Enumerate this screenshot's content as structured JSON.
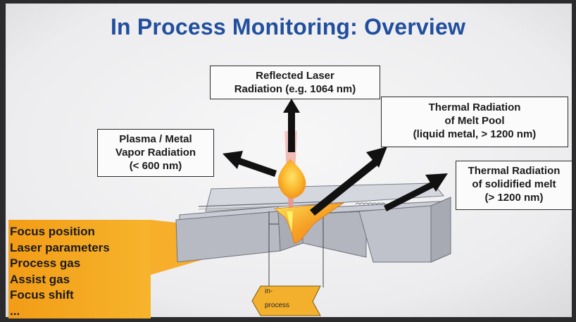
{
  "slide": {
    "title": "In Process Monitoring: Overview"
  },
  "boxes": {
    "reflected": [
      "Reflected Laser",
      "Radiation (e.g. 1064 nm)"
    ],
    "plasma": [
      "Plasma / Metal",
      "Vapor Radiation",
      "(< 600 nm)"
    ],
    "melt_pool": [
      "Thermal Radiation",
      "of Melt Pool",
      "(liquid metal, > 1200 nm)"
    ],
    "solidified": [
      "Thermal Radiation",
      "of solidified melt",
      "(> 1200 nm)"
    ]
  },
  "parameters": [
    "Focus position",
    "Laser parameters",
    "Process gas",
    "Assist gas",
    "Focus shift",
    "..."
  ],
  "in_process_label": [
    "in-",
    "process"
  ],
  "colors": {
    "title": "#214f9e",
    "orange_panel": "#f3a417",
    "arrow": "#111111",
    "workpiece": "#c9ccd4"
  }
}
